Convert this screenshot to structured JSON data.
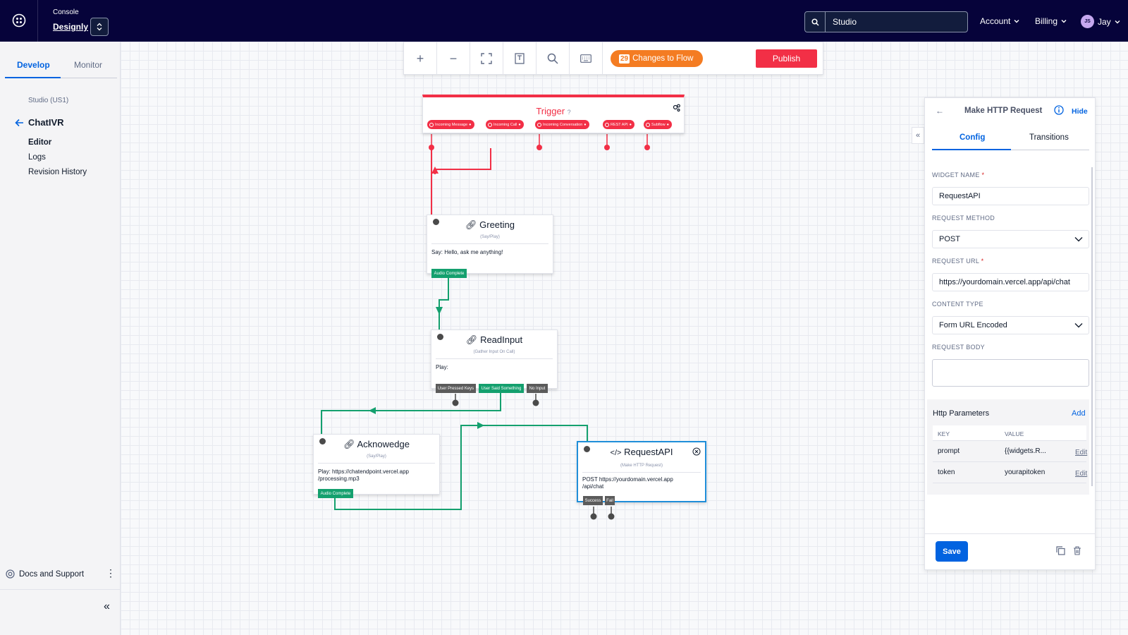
{
  "topbar": {
    "console_label": "Console",
    "account_name": "Designly",
    "search_value": "Studio",
    "menu_account": "Account",
    "menu_billing": "Billing",
    "user_initials": "JS",
    "user_name": "Jay"
  },
  "sidebar": {
    "tabs": [
      {
        "label": "Develop"
      },
      {
        "label": "Monitor"
      }
    ],
    "region": "Studio (US1)",
    "flow_name": "ChatIVR",
    "items": [
      {
        "label": "Editor"
      },
      {
        "label": "Logs"
      },
      {
        "label": "Revision History"
      }
    ],
    "docs_label": "Docs and Support",
    "kebab": "⋮",
    "collapse_glyph": "«"
  },
  "toolbar": {
    "zoom_in": "+",
    "zoom_out": "−",
    "changes_count": "29",
    "changes_label": "Changes to Flow",
    "publish_label": "Publish"
  },
  "canvas": {
    "trigger": {
      "title": "Trigger",
      "pills": [
        "Incoming Message",
        "Incoming Call",
        "Incoming Conversation",
        "REST API",
        "Subflow"
      ]
    },
    "greeting": {
      "title": "Greeting",
      "subtitle": "(Say/Play)",
      "body": "Say: Hello, ask me anything!",
      "tags": [
        "Audio Complete"
      ]
    },
    "readinput": {
      "title": "ReadInput",
      "subtitle": "(Gather Input On Call)",
      "body": "Play:",
      "tags": [
        "User Pressed Keys",
        "User Said Something",
        "No Input"
      ]
    },
    "acknowledge": {
      "title": "Acknowedge",
      "subtitle": "(Say/Play)",
      "body_line1": "Play: https://chatendpoint.vercel.app",
      "body_line2": "/processing.mp3",
      "tags": [
        "Audio Complete"
      ]
    },
    "requestapi": {
      "title": "RequestAPI",
      "subtitle": "(Make HTTP Request)",
      "body_line1": "POST https://yourdomain.vercel.app",
      "body_line2": "/api/chat",
      "tags": [
        "Success",
        "Fail"
      ]
    }
  },
  "panel": {
    "back_glyph": "←",
    "title": "Make HTTP Request",
    "hide_label": "Hide",
    "tabs": [
      {
        "label": "Config"
      },
      {
        "label": "Transitions"
      }
    ],
    "collapse_glyph": "«",
    "widget_name_label": "WIDGET NAME",
    "widget_name_value": "RequestAPI",
    "request_method_label": "REQUEST METHOD",
    "request_method_value": "POST",
    "request_url_label": "REQUEST URL",
    "request_url_value": "https://yourdomain.vercel.app/api/chat",
    "content_type_label": "CONTENT TYPE",
    "content_type_value": "Form URL Encoded",
    "request_body_label": "REQUEST BODY",
    "request_body_value": "",
    "required_mark": "*",
    "params_title": "Http Parameters",
    "params_add": "Add",
    "params_key_header": "KEY",
    "params_value_header": "VALUE",
    "params": [
      {
        "key": "prompt",
        "value": "{{widgets.R...",
        "edit": "Edit"
      },
      {
        "key": "token",
        "value": "yourapitoken",
        "edit": "Edit"
      }
    ],
    "save_label": "Save"
  },
  "colors": {
    "topbar": "#06033a",
    "brand_blue": "#0263e0",
    "trigger_red": "#f22f46",
    "success_green": "#14a06e",
    "changes_orange": "#f47c22"
  }
}
